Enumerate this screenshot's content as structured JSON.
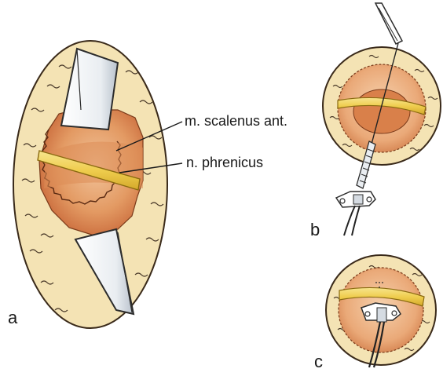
{
  "labels": {
    "scalenus": "m. scalenus ant.",
    "phrenicus": "n. phrenicus"
  },
  "panels": {
    "a": "a",
    "b": "b",
    "c": "c"
  },
  "colors": {
    "skin": "#f4e3b4",
    "skin_edge": "#3a2a1a",
    "tissue": "#e9a473",
    "tissue_dark": "#c96f3c",
    "nerve": "#f1d56a",
    "nerve_edge": "#8a6a10",
    "retractor": "#eef1f4",
    "retractor_edge": "#2c2c2c",
    "wire": "#222222"
  }
}
